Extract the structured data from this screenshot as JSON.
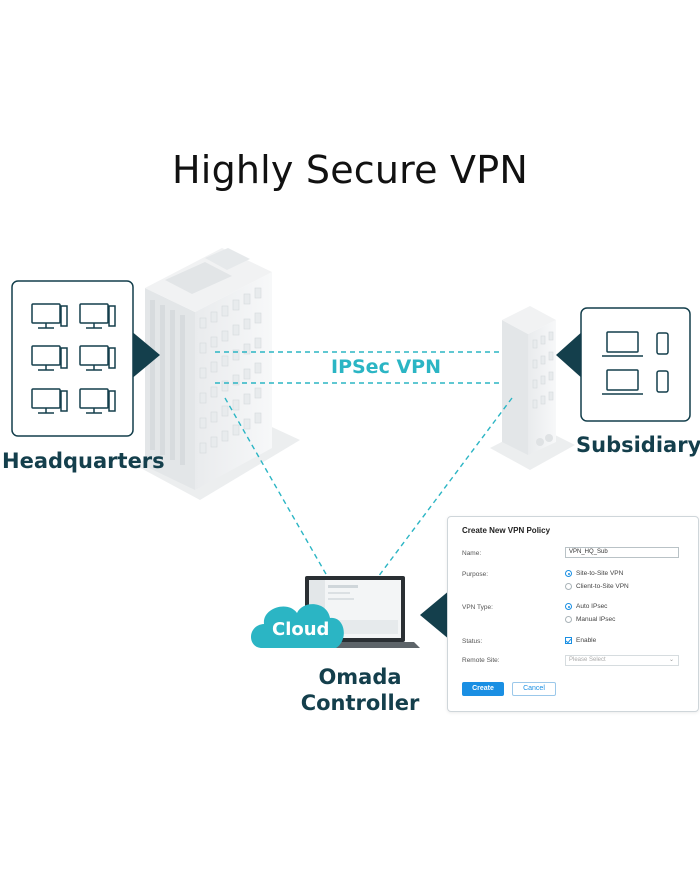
{
  "title": "Highly Secure VPN",
  "labels": {
    "headquarters": "Headquarters",
    "subsidiary": "Subsidiary",
    "vpn": "IPSec VPN",
    "cloud": "Cloud",
    "omada_line1": "Omada",
    "omada_line2": "Controller"
  },
  "colors": {
    "accent": "#2bb5c4",
    "dark_teal": "#143f4c",
    "button_blue": "#1a8fe3"
  },
  "icons": {
    "hq_devices": "desktop-monitor-icon",
    "sub_devices": [
      "laptop-icon",
      "smartphone-icon"
    ]
  },
  "vpn_policy": {
    "title": "Create New VPN Policy",
    "name_label": "Name:",
    "name_value": "VPN_HQ_Sub",
    "purpose_label": "Purpose:",
    "purpose_options": [
      "Site-to-Site VPN",
      "Client-to-Site VPN"
    ],
    "vpn_type_label": "VPN Type:",
    "vpn_type_options": [
      "Auto IPsec",
      "Manual IPsec"
    ],
    "status_label": "Status:",
    "status_value": "Enable",
    "remote_site_label": "Remote Site:",
    "remote_site_placeholder": "Please Select",
    "create_button": "Create",
    "cancel_button": "Cancel"
  }
}
